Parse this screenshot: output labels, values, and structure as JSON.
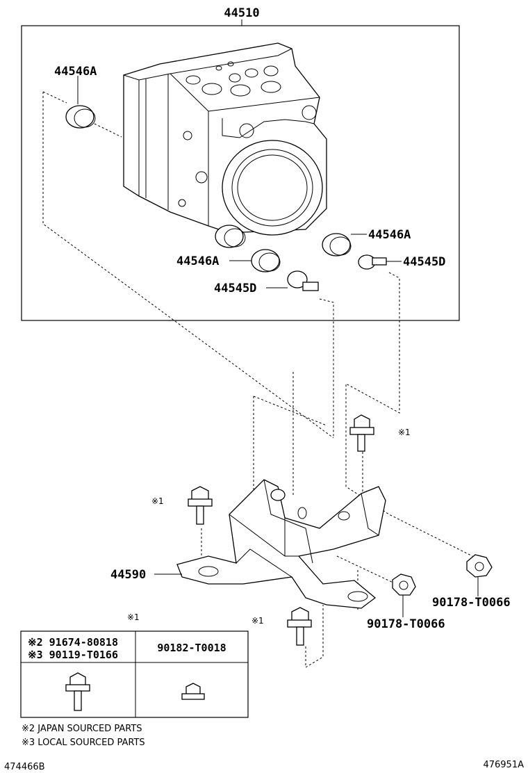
{
  "callouts": {
    "assembly": "44510",
    "cushion_top": "44546A",
    "cushion_right": "44546A",
    "cushion_left": "44546A",
    "stud_right": "44545D",
    "stud_left": "44545D",
    "bracket": "44590",
    "nut_right": "90178-T0066",
    "nut_center": "90178-T0066"
  },
  "markers": {
    "bolt_upper": "※1",
    "bolt_left": "※1",
    "bolt_lower": "※1",
    "table": "※1"
  },
  "table": {
    "col1_line1": "※2 91674-80818",
    "col1_line2": "※3 90119-T0166",
    "col2": "90182-T0018"
  },
  "notes": {
    "note2": "※2 JAPAN SOURCED PARTS",
    "note3": "※3 LOCAL SOURCED PARTS"
  },
  "refs": {
    "left": "474466B",
    "right": "476951A"
  }
}
